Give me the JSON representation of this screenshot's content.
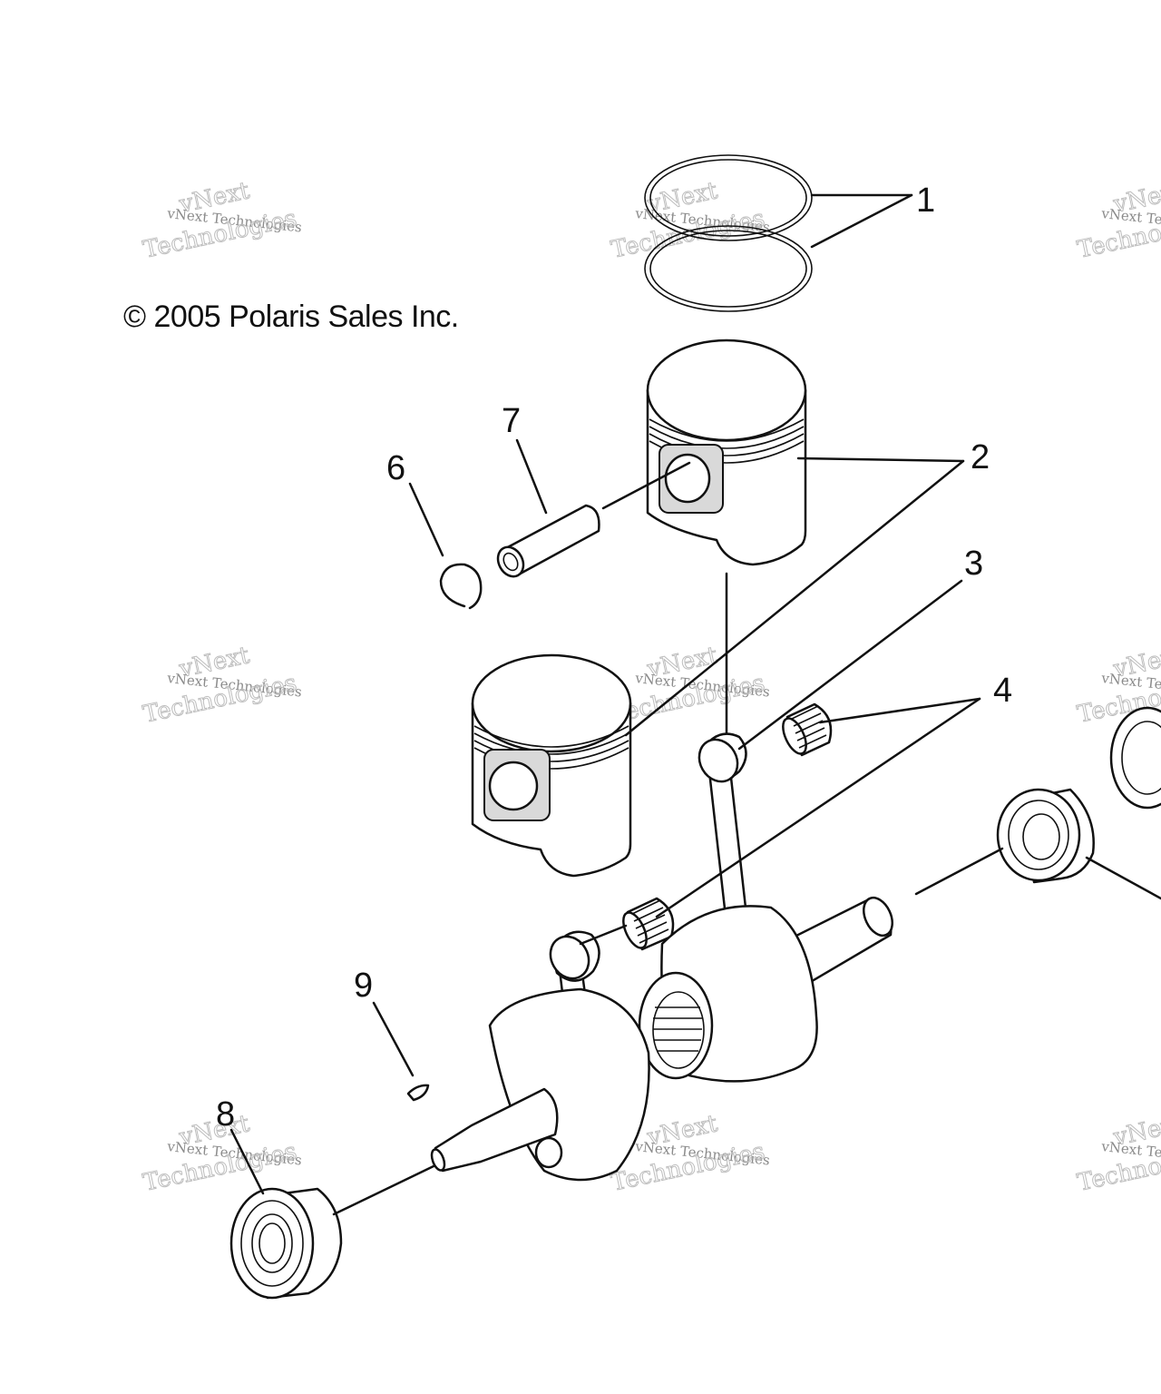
{
  "copyright": "© 2005 Polaris Sales Inc.",
  "callouts": [
    "1",
    "2",
    "3",
    "4",
    "6",
    "7",
    "8",
    "9"
  ],
  "watermark": {
    "line1": "vNext Technologies",
    "line2": "vNext",
    "line3": "Technologies"
  }
}
